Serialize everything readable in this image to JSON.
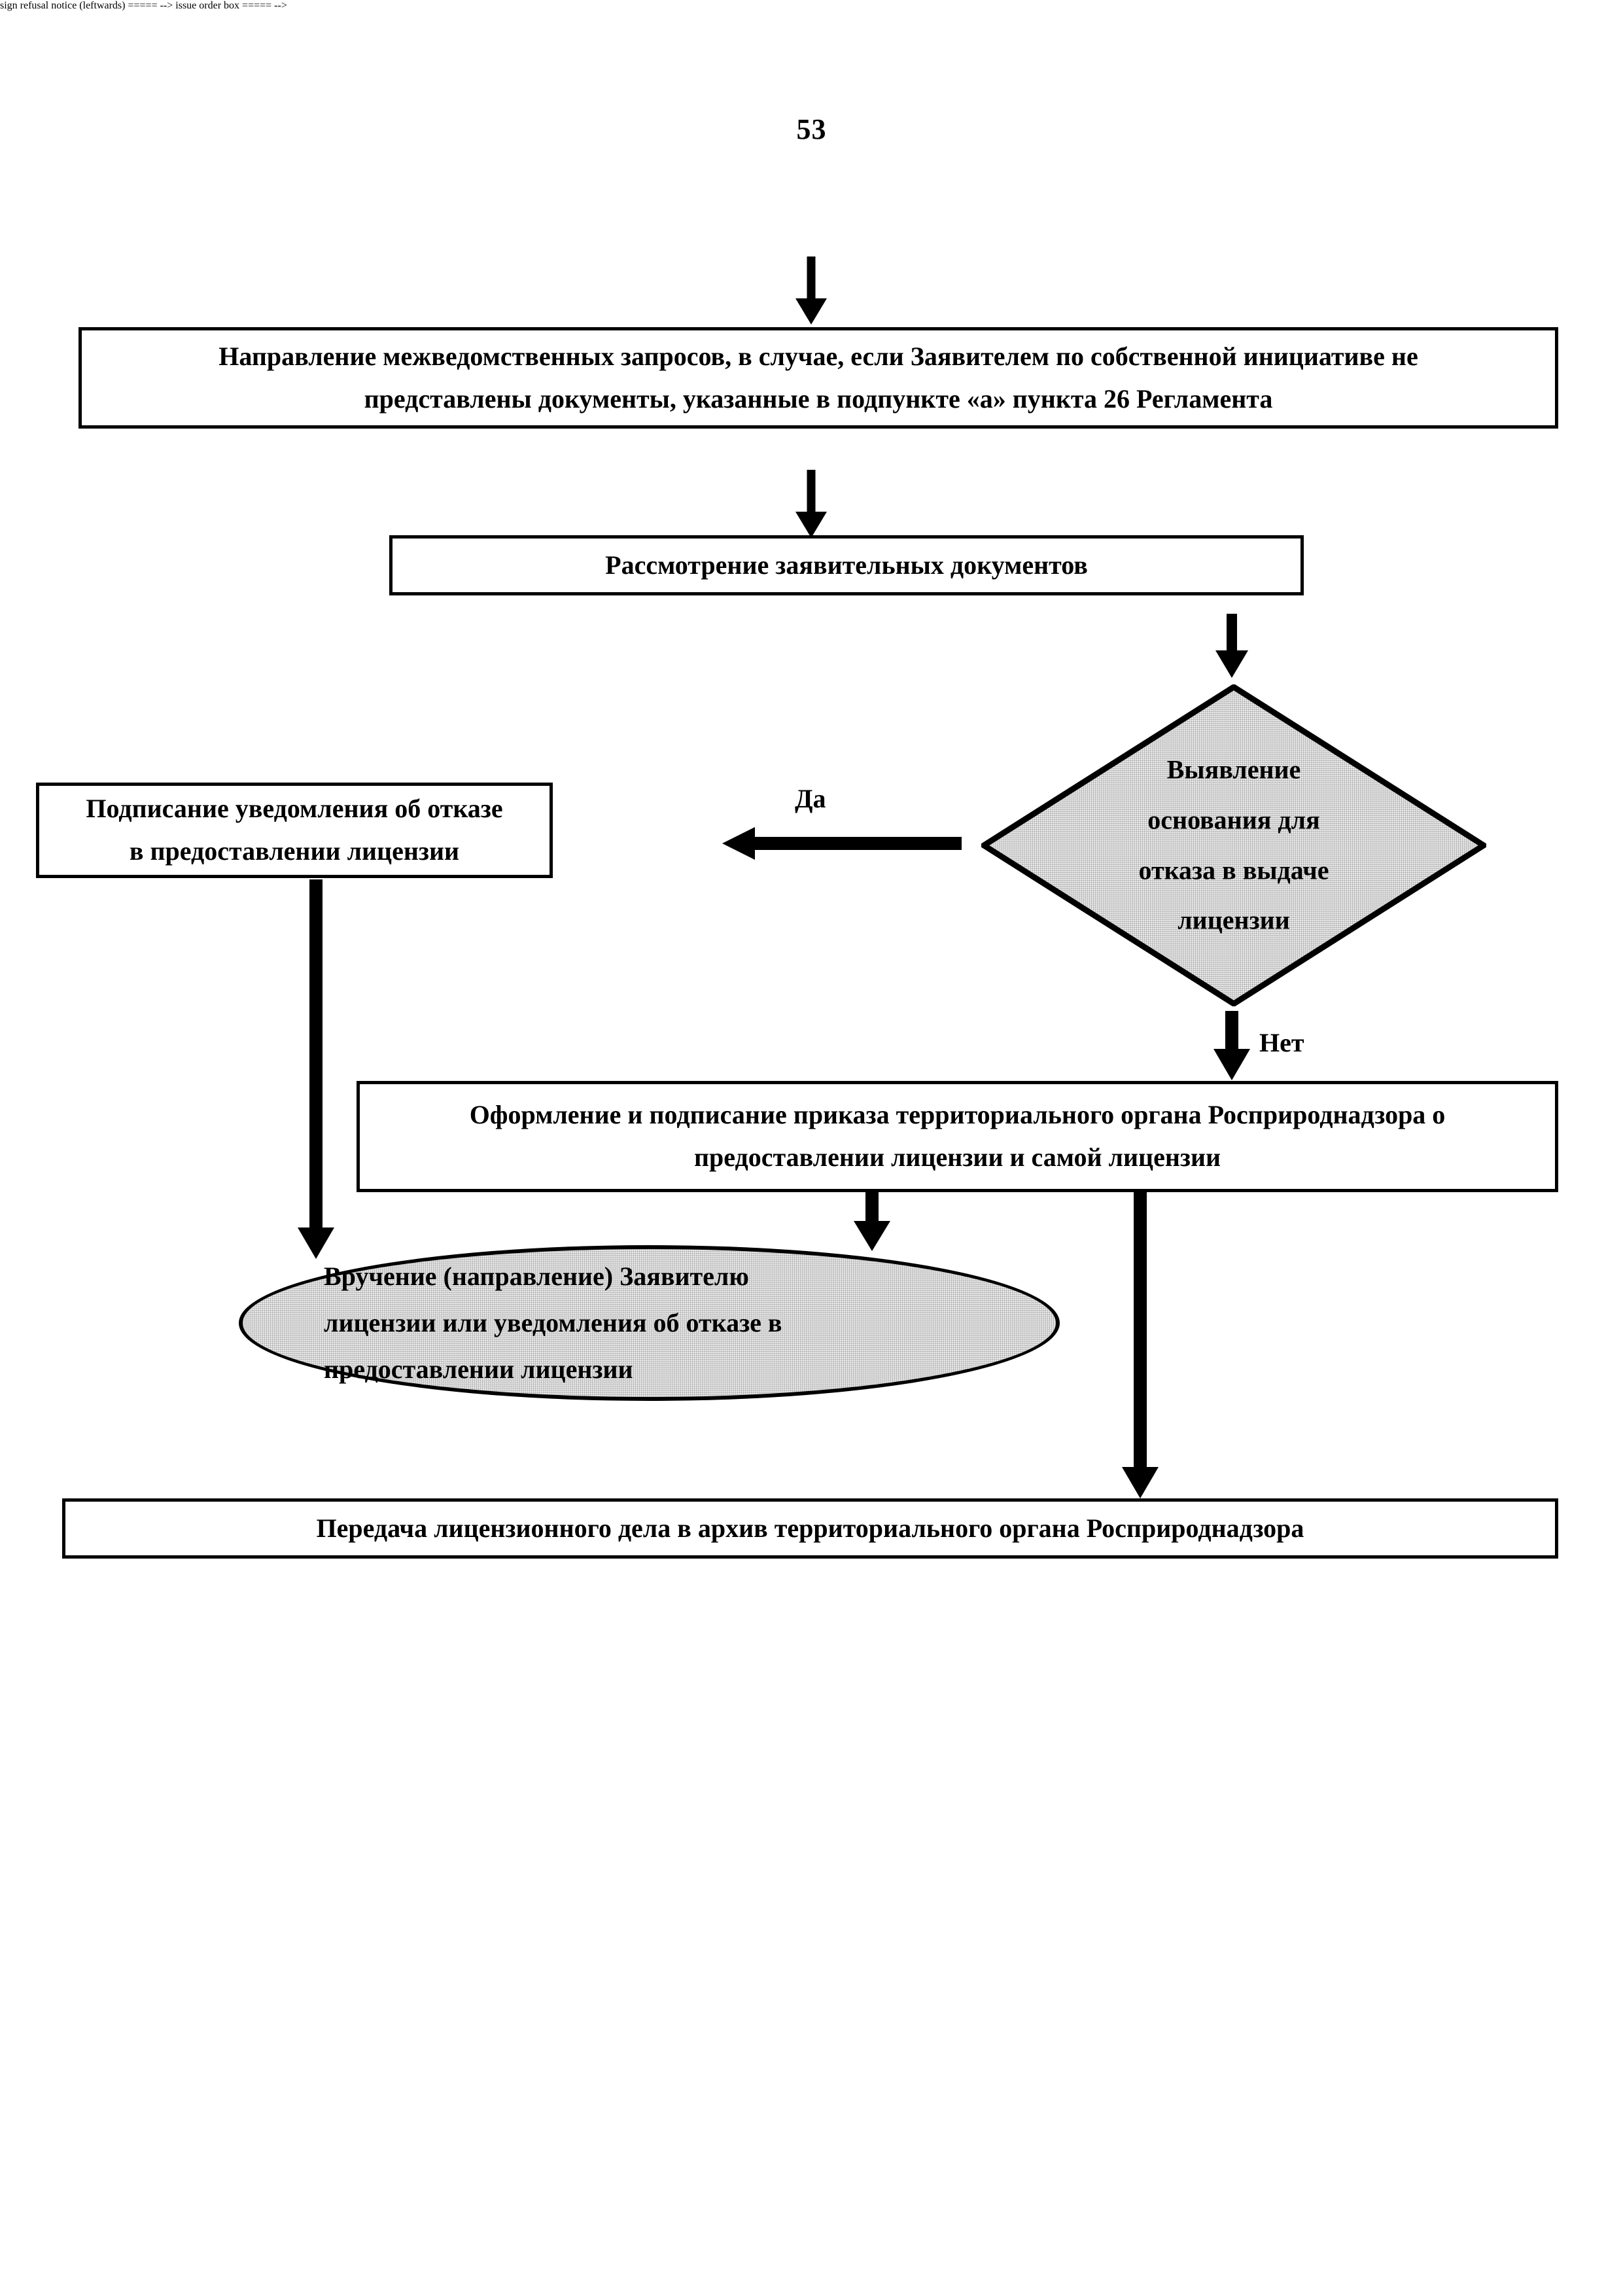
{
  "document": {
    "page_number": "53",
    "language": "ru",
    "ink_color": "#000000",
    "paper_color": "#ffffff",
    "shape_fill_gray": "#ebebeb"
  },
  "flowchart": {
    "nodes": {
      "interagency_requests": {
        "shape": "rect",
        "lines": [
          "Направление межведомственных запросов, в случае, если Заявителем по собственной инициативе не",
          "представлены документы, указанные в подпункте «а» пункта 26 Регламента"
        ]
      },
      "review_documents": {
        "shape": "rect",
        "lines": [
          "Рассмотрение заявительных документов"
        ]
      },
      "decision_refusal_grounds": {
        "shape": "diamond",
        "lines": [
          "Выявление",
          "основания для",
          "отказа в выдаче",
          "лицензии"
        ]
      },
      "sign_refusal_notice": {
        "shape": "rect",
        "lines": [
          "Подписание уведомления об отказе",
          "в предоставлении лицензии"
        ]
      },
      "issue_order_and_license": {
        "shape": "rect",
        "lines": [
          "Оформление и подписание приказа территориального органа Росприроднадзора о",
          "предоставлении лицензии и самой лицензии"
        ]
      },
      "deliver_to_applicant": {
        "shape": "ellipse",
        "lines": [
          "Вручение (направление) Заявителю",
          "лицензии или уведомления об отказе в",
          "предоставлении лицензии"
        ]
      },
      "transfer_to_archive": {
        "shape": "rect",
        "lines": [
          "Передача лицензионного дела в архив территориального органа Росприроднадзора"
        ]
      }
    },
    "branch_labels": {
      "yes": "Да",
      "no": "Нет"
    }
  }
}
